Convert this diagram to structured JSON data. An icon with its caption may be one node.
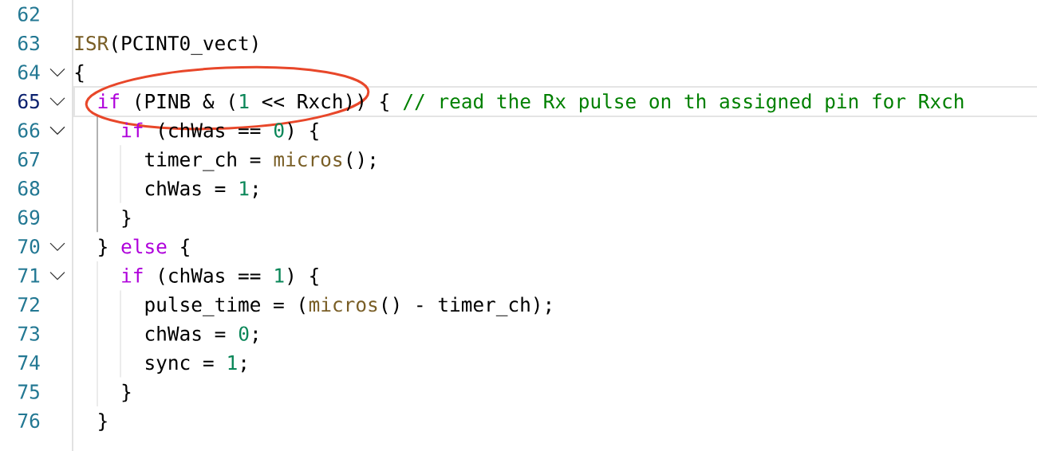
{
  "diagram": {
    "labels": [
      "62",
      "63",
      "ISR",
      "(PCINT0_vect)",
      "64",
      "{",
      "65",
      "if",
      "(PINB & (",
      "1",
      "<< Rxch)) {",
      "// read the Rx pulse on th assigned pin for Rxch",
      "66",
      "if",
      "(chWas ==",
      "0",
      ") {",
      "67",
      "timer_ch =",
      "micros",
      "();",
      "68",
      "chWas =",
      "1",
      ";",
      "69",
      "}",
      "70",
      "}",
      "else",
      "{",
      "71",
      "if",
      "(chWas ==",
      "1",
      ") {",
      "72",
      "pulse_time = (",
      "micros",
      "() - timer_ch);",
      "73",
      "chWas =",
      "0",
      ";",
      "74",
      "sync =",
      "1",
      ";",
      "75",
      "}",
      "76",
      "}"
    ]
  }
}
